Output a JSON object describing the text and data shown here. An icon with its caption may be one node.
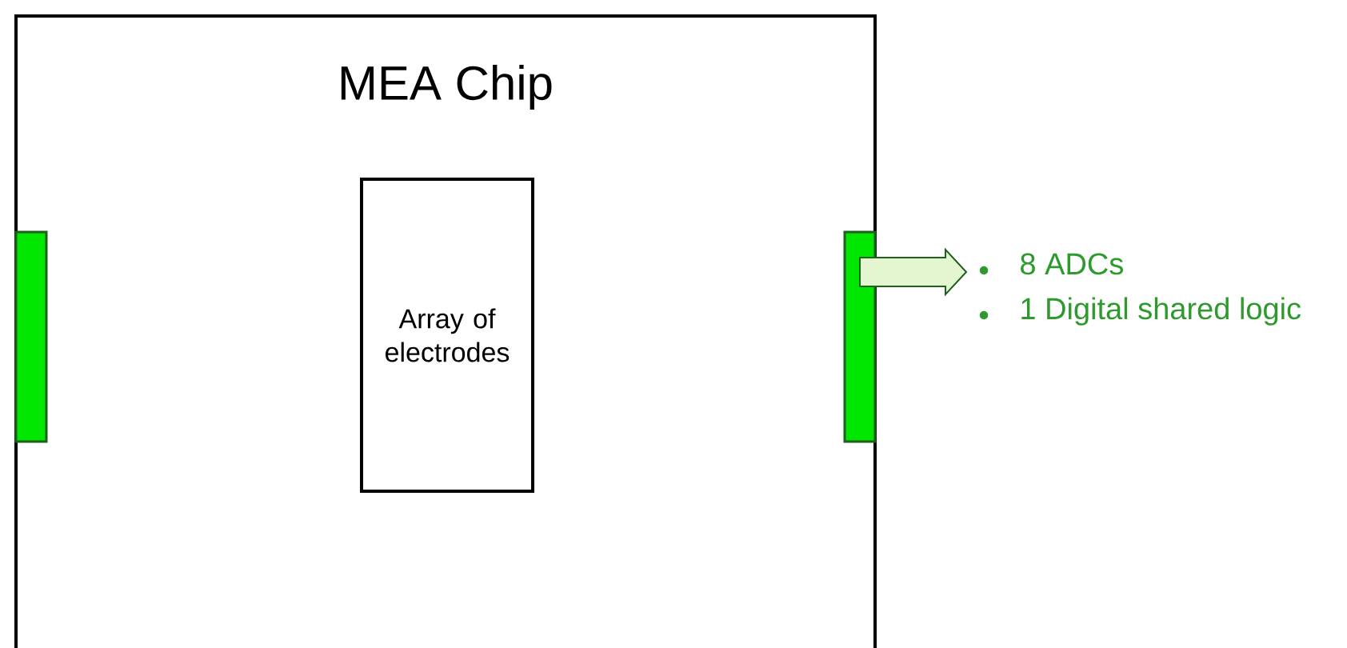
{
  "diagram": {
    "nodes": [
      {
        "text": [
          "MEA Chip"
        ]
      },
      {
        "text": [
          "Array of electrodes"
        ],
        "in": 0
      },
      {
        "text": [],
        "shape": "bar",
        "in": 0
      },
      {
        "text": [],
        "shape": "bar",
        "in": 0
      },
      {
        "text": [
          "8 ADCs",
          "1 Digital shared logic"
        ]
      }
    ],
    "edges": [
      {
        "from": 3,
        "to": 4,
        "arrow": "to"
      }
    ]
  }
}
